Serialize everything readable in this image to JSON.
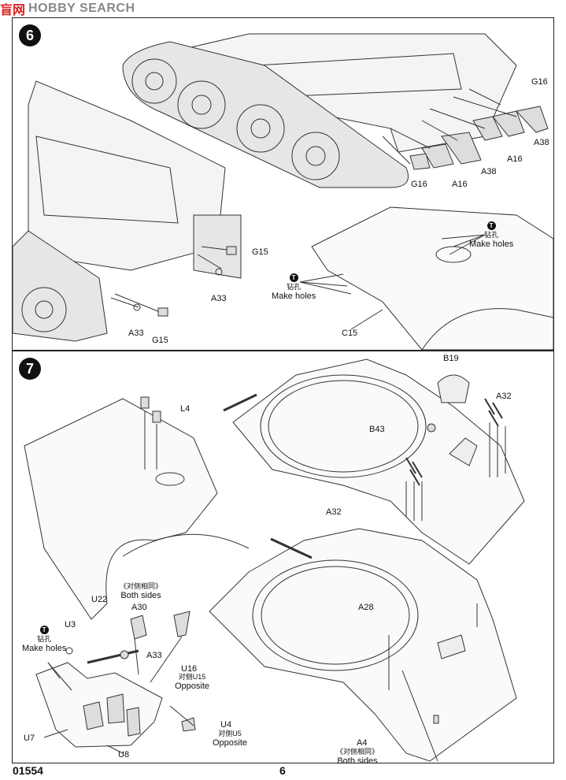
{
  "watermark": {
    "cn": "盲网",
    "brand": "HOBBY SEARCH"
  },
  "step6": {
    "number": "6",
    "labels": {
      "g16_top": "G16",
      "a38_right": "A38",
      "a16_right": "A16",
      "a38_mid": "A38",
      "g16_mid": "G16",
      "a16_mid": "A16",
      "g15_top": "G15",
      "a33_mid": "A33",
      "a33_low": "A33",
      "g15_low": "G15",
      "c15": "C15"
    },
    "make_holes_right": {
      "zh": "钻孔",
      "en": "Make holes"
    },
    "make_holes_left": {
      "zh": "钻孔",
      "en": "Make holes"
    }
  },
  "step7": {
    "number": "7",
    "labels": {
      "b19": "B19",
      "a32_top": "A32",
      "b43": "B43",
      "l4": "L4",
      "a32_mid": "A32",
      "a28": "A28",
      "u22": "U22",
      "a30": "A30",
      "u3": "U3",
      "a33": "A33",
      "u16": "U16",
      "u7": "U7",
      "u8": "U8",
      "u4": "U4",
      "a4": "A4"
    },
    "both_sides_top": {
      "zh": "《对侧相同》",
      "en": "Both sides"
    },
    "make_holes": {
      "zh": "钻孔",
      "en": "Make holes"
    },
    "u16_opp": {
      "zh": "对侧U15",
      "en": "Opposite"
    },
    "u4_opp": {
      "zh": "对侧U5",
      "en": "Opposite"
    },
    "a4_both": {
      "zh": "《对侧相同》",
      "en": "Both sides"
    }
  },
  "footer": {
    "code": "01554",
    "page": "6"
  },
  "icons": {
    "note": "drill-note-icon"
  }
}
